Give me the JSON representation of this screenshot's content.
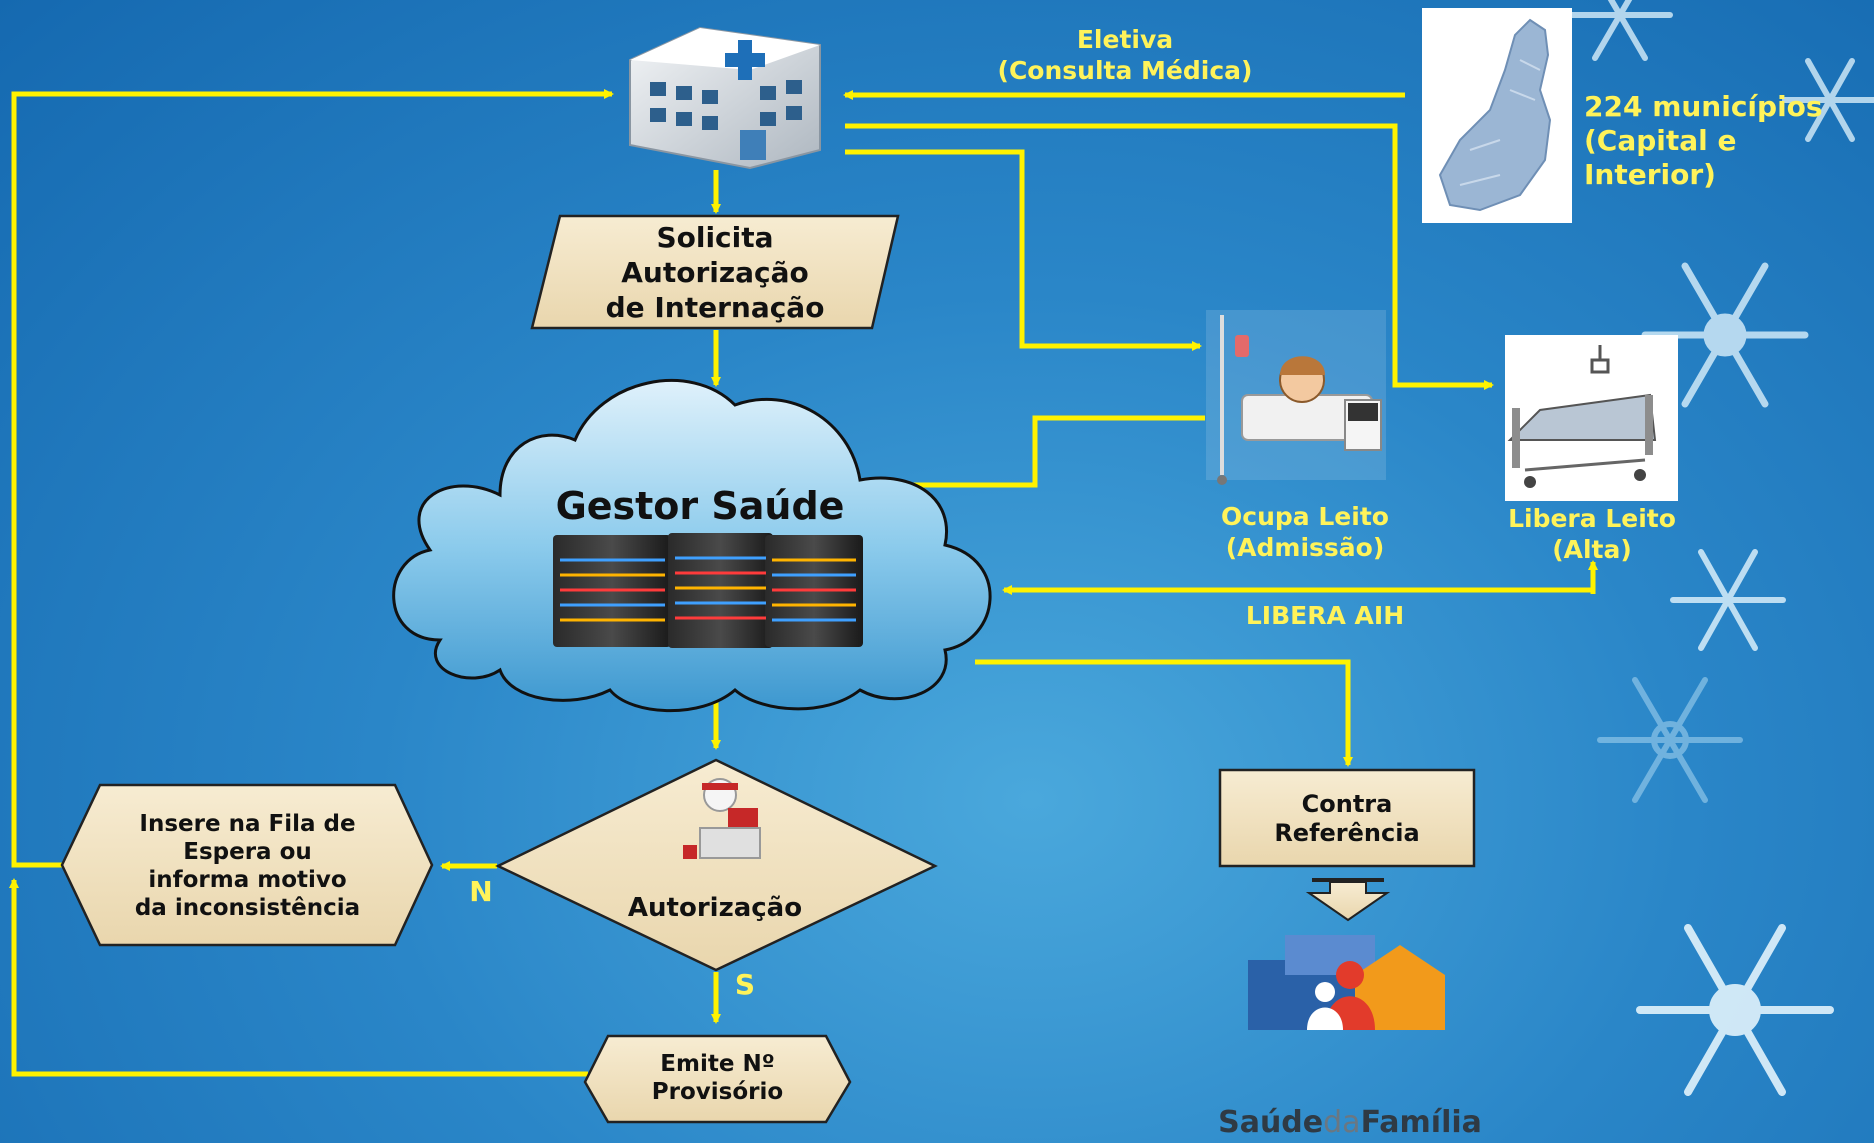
{
  "colors": {
    "arrow": "#fff200",
    "label": "#fff35a",
    "shape_fill": "#f2e4c2",
    "background": "#2a86c8"
  },
  "labels": {
    "eletiva": "Eletiva\n(Consulta Médica)",
    "municipios": "224 municípios\n(Capital e Interior)",
    "solicita": "Solicita\nAutorização\nde Internação",
    "gestor": "Gestor Saúde",
    "ocupa": "Ocupa Leito\n(Admissão)",
    "libera_leito": "Libera Leito\n(Alta)",
    "libera_aih": "LIBERA AIH",
    "insere": "Insere na Fila de\nEspera  ou\ninforma motivo\nda inconsistência",
    "autorizacao": "Autorização",
    "n": "N",
    "s": "S",
    "contra": "Contra\nReferência",
    "emite": "Emite Nº\nProvisório",
    "logo_saude": "Saúde",
    "logo_da": "da",
    "logo_familia": "Família"
  },
  "icons": {
    "hospital": "hospital-building-icon",
    "map": "piaui-map-icon",
    "patient": "patient-in-bed-icon",
    "bed": "hospital-bed-icon",
    "servers": "server-rack-icon",
    "doctor": "doctor-at-desk-icon",
    "logo": "saude-da-familia-logo",
    "snowflake": "snowflake-icon"
  }
}
